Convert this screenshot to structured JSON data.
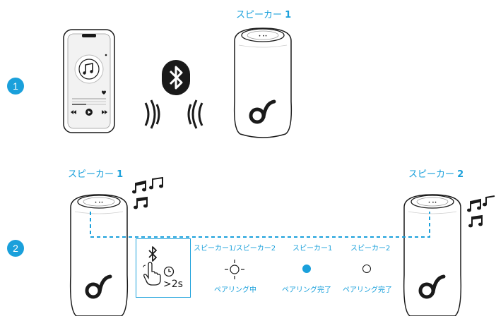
{
  "step1": {
    "badge": "1",
    "speaker_label_prefix": "スピーカー ",
    "speaker_label_num": "1"
  },
  "step2": {
    "badge": "2",
    "left_speaker_prefix": "スピーカー ",
    "left_speaker_num": "1",
    "right_speaker_prefix": "スピーカー ",
    "right_speaker_num": "2",
    "instruction_hold": ">2s",
    "status_headers": [
      "スピーカー1/スピーカー2",
      "スピーカー1",
      "スピーカー2"
    ],
    "status_labels": [
      "ペアリング中",
      "ペアリング完了",
      "ペアリング完了"
    ]
  },
  "colors": {
    "accent": "#1aa0db",
    "line": "#1a1a1a",
    "bluetooth_bg": "#1a1a1a"
  },
  "icons": [
    "phone-music-icon",
    "bluetooth-icon",
    "sound-wave-icon",
    "speaker-icon",
    "music-notes-icon",
    "hand-press-icon",
    "clock-icon",
    "led-blinking-icon",
    "led-solid-icon",
    "led-off-icon"
  ]
}
